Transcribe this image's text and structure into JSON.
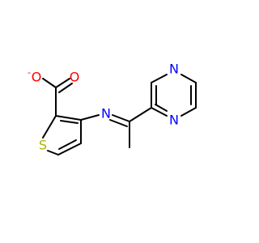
{
  "molecule": {
    "atoms": {
      "o_carbonyl": {
        "symbol": "O",
        "color": "#ff0000"
      },
      "o_anion": {
        "symbol": "O",
        "color": "#ff0000",
        "charge": "-"
      },
      "sulfur": {
        "symbol": "S",
        "color": "#b2b200"
      },
      "n_imine": {
        "symbol": "N",
        "color": "#0000ff"
      },
      "n_pyrazine_top": {
        "symbol": "N",
        "color": "#0000ff"
      },
      "n_pyrazine_bottom": {
        "symbol": "N",
        "color": "#0000ff"
      }
    },
    "bond_color": "#000000"
  }
}
